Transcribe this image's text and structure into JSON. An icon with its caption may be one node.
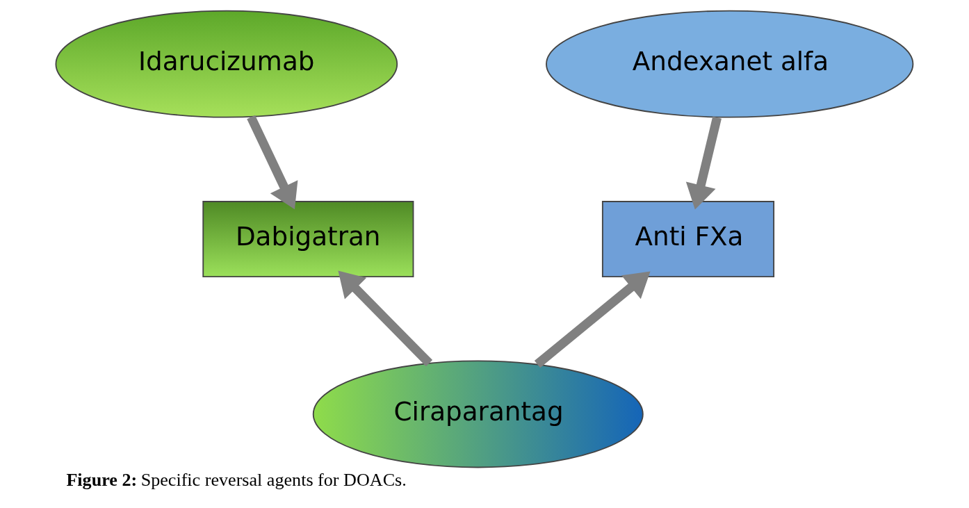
{
  "diagram": {
    "caption": "**Figure 2:** Specific reversal agents for DOACs.",
    "nodes": [
      {
        "text": [
          "Idarucizumab"
        ]
      },
      {
        "text": [
          "Dabigatran"
        ]
      },
      {
        "text": [
          "Anti FXa"
        ]
      },
      {
        "text": [
          "Andexanet alfa"
        ]
      },
      {
        "text": [
          "Ciraparantag"
        ]
      }
    ],
    "edges": [
      {
        "from": 0,
        "to": 1,
        "arrow": "to"
      },
      {
        "from": 3,
        "to": 2,
        "arrow": "to"
      },
      {
        "from": 4,
        "to": 1,
        "arrow": "to"
      },
      {
        "from": 4,
        "to": 2,
        "arrow": "to"
      }
    ]
  }
}
